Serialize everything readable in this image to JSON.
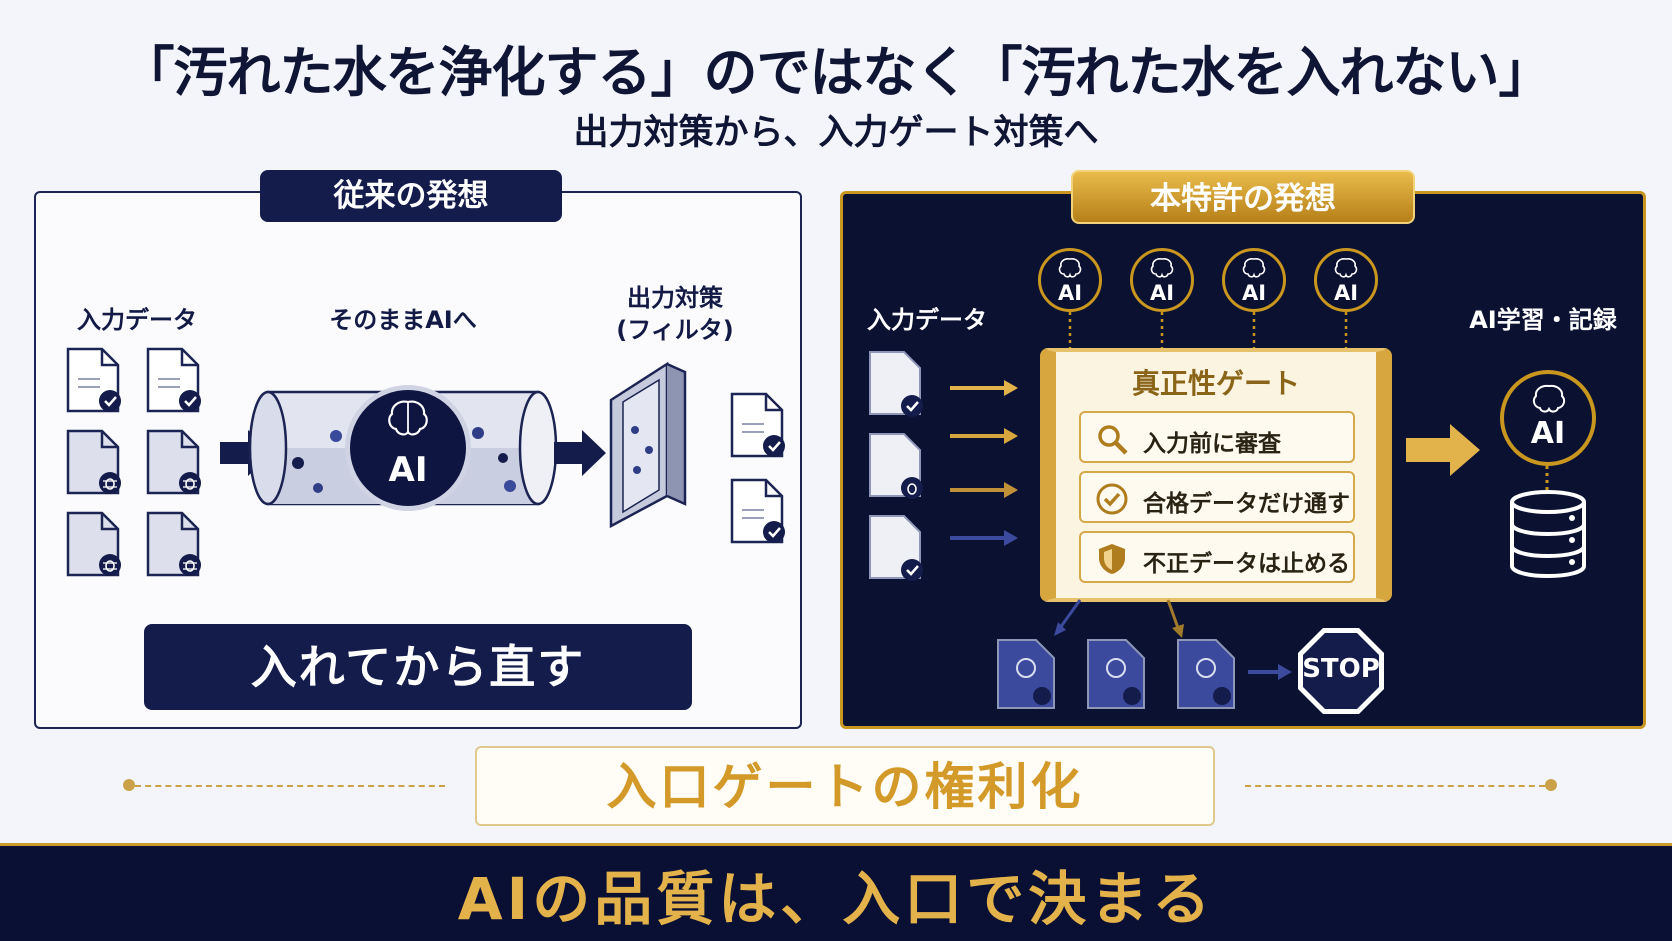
{
  "title": "「汚れた水を浄化する」のではなく「汚れた水を入れない」",
  "subtitle": "出力対策から、入力ゲート対策へ",
  "left_panel": {
    "header": "従来の発想",
    "input_label": "入力データ",
    "middle_label": "そのままAIへ",
    "output_label_1": "出力対策",
    "output_label_2": "(フィルタ)",
    "ai_text": "AI",
    "action": "入れてから直す"
  },
  "right_panel": {
    "header": "本特許の発想",
    "input_label": "入力データ",
    "ai_nodes": [
      "AI",
      "AI",
      "AI",
      "AI"
    ],
    "gate_title": "真正性ゲート",
    "gate_items": [
      "入力前に審査",
      "合格データだけ通す",
      "不正データは止める"
    ],
    "output_label": "AI学習・記録",
    "output_ai": "AI",
    "stop": "STOP"
  },
  "entry_gate": "入口ゲートの権利化",
  "bottom": "AIの品質は、入口で決まる",
  "colors": {
    "navy": "#131c4b",
    "gold": "#c9971f",
    "dark_bg": "#0b1130"
  },
  "icons": [
    "document-check-icon",
    "document-bug-icon",
    "arrow-right-icon",
    "brain-icon",
    "pipe-icon",
    "filter-icon",
    "magnify-icon",
    "check-circle-icon",
    "shield-icon",
    "database-icon",
    "stop-sign-icon"
  ]
}
